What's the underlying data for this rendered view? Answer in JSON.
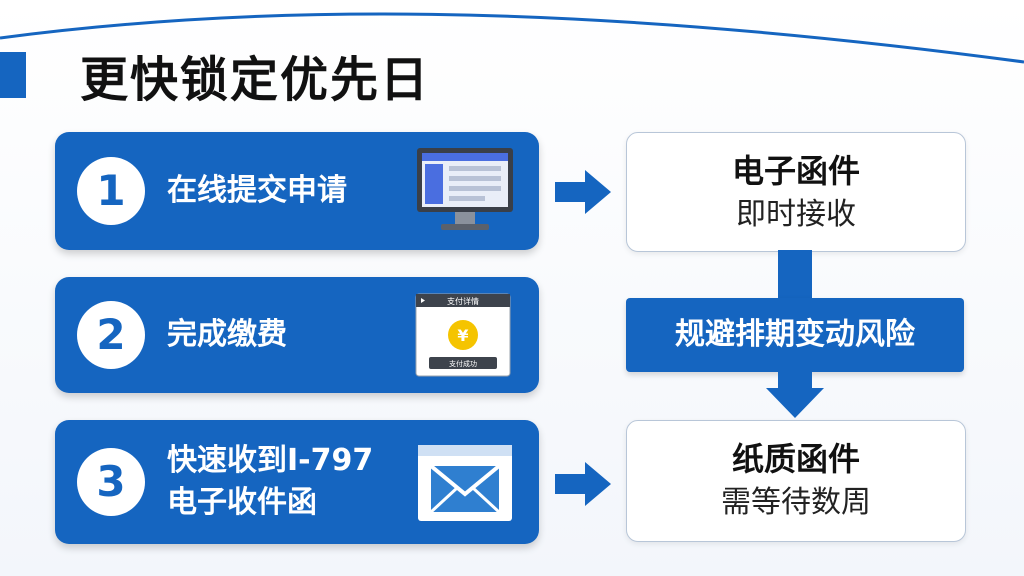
{
  "title": "更快锁定优先日",
  "steps": [
    {
      "num": "1",
      "label": "在线提交申请",
      "icon": "computer-monitor-icon"
    },
    {
      "num": "2",
      "label": "完成缴费",
      "icon": "payment-window-icon",
      "window_title": "支付详情",
      "currency_symbol": "¥",
      "button_text": "支付成功"
    },
    {
      "num": "3",
      "label_line1": "快速收到I-797",
      "label_line2": "电子收件函",
      "icon": "email-envelope-icon"
    }
  ],
  "results": {
    "electronic": {
      "title": "电子函件",
      "subtitle": "即时接收"
    },
    "risk": "规避排期变动风险",
    "paper": {
      "title": "纸质函件",
      "subtitle": "需等待数周"
    }
  },
  "colors": {
    "primary": "#1565c0",
    "accent": "#f5c400"
  }
}
